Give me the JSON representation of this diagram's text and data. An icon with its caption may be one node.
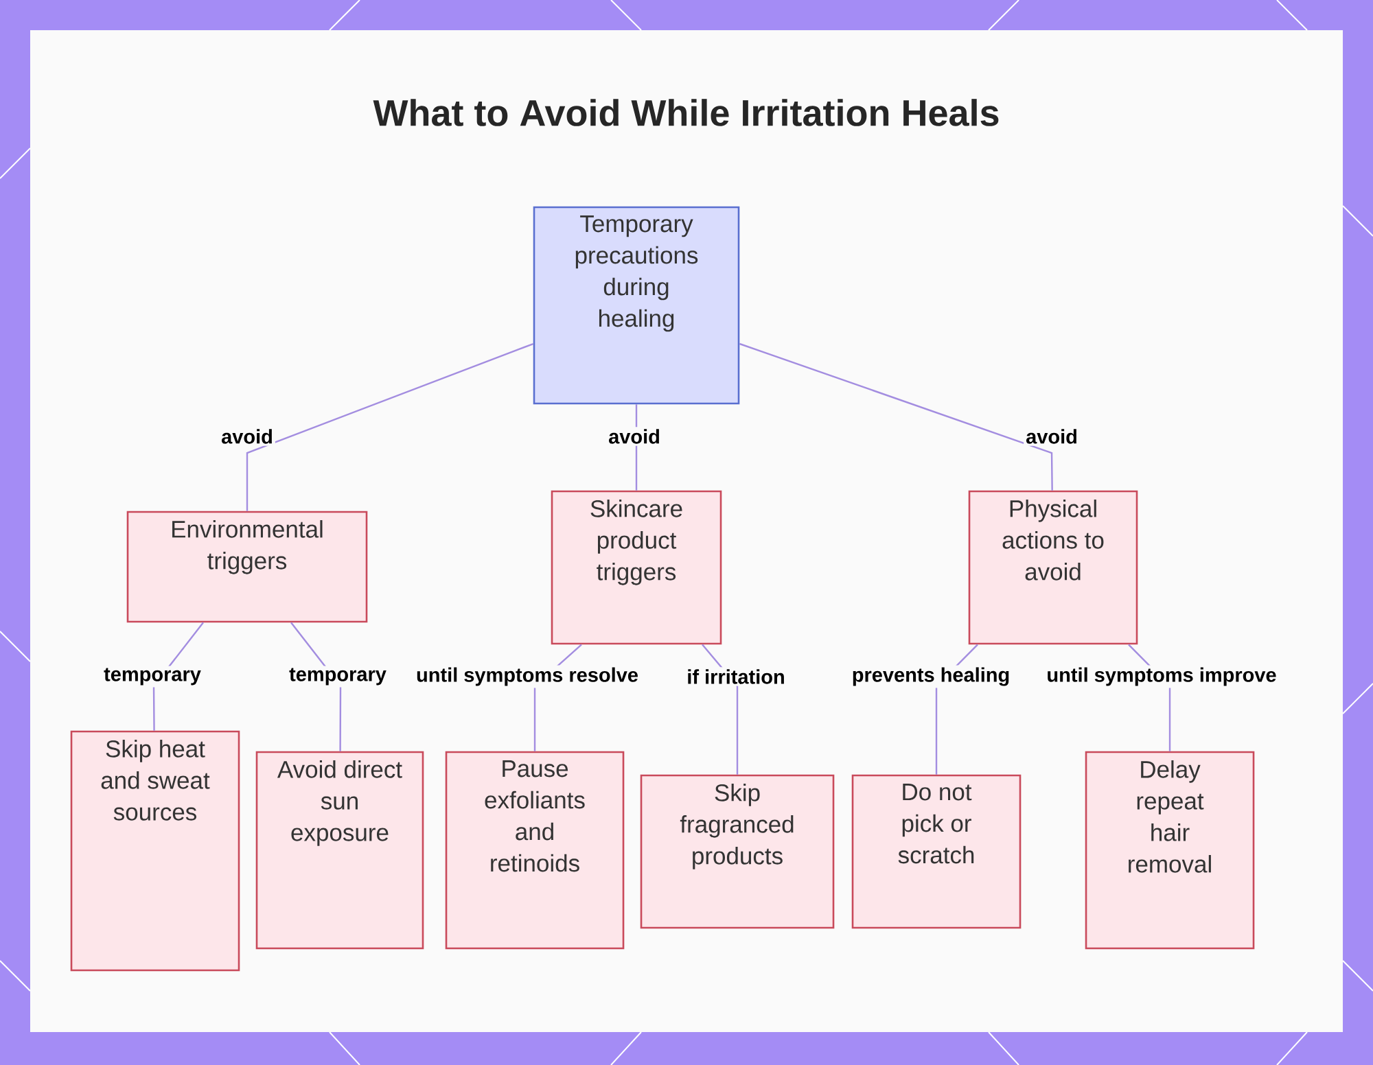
{
  "diagram": {
    "title": "What to Avoid While Irritation Heals",
    "nodes": [
      {
        "text": [
          "Temporary precautions during healing"
        ]
      },
      {
        "text": [
          "Environmental triggers"
        ]
      },
      {
        "text": [
          "Skincare product triggers"
        ]
      },
      {
        "text": [
          "Physical actions to avoid"
        ]
      },
      {
        "text": [
          "Skip heat and sweat sources"
        ]
      },
      {
        "text": [
          "Avoid direct sun exposure"
        ]
      },
      {
        "text": [
          "Pause exfoliants and retinoids"
        ]
      },
      {
        "text": [
          "Skip fragranced products"
        ]
      },
      {
        "text": [
          "Do not pick or scratch"
        ]
      },
      {
        "text": [
          "Delay repeat hair removal"
        ]
      }
    ],
    "edges": [
      {
        "from": 0,
        "to": 1,
        "arrow": "none",
        "label": "avoid"
      },
      {
        "from": 0,
        "to": 2,
        "arrow": "none",
        "label": "avoid"
      },
      {
        "from": 0,
        "to": 3,
        "arrow": "none",
        "label": "avoid"
      },
      {
        "from": 1,
        "to": 4,
        "arrow": "none",
        "label": "temporary"
      },
      {
        "from": 1,
        "to": 5,
        "arrow": "none",
        "label": "temporary"
      },
      {
        "from": 2,
        "to": 6,
        "arrow": "none",
        "label": "until symptoms resolve"
      },
      {
        "from": 2,
        "to": 7,
        "arrow": "none",
        "label": "if irritation"
      },
      {
        "from": 3,
        "to": 8,
        "arrow": "none",
        "label": "prevents healing"
      },
      {
        "from": 3,
        "to": 9,
        "arrow": "none",
        "label": "until symptoms improve"
      }
    ]
  }
}
